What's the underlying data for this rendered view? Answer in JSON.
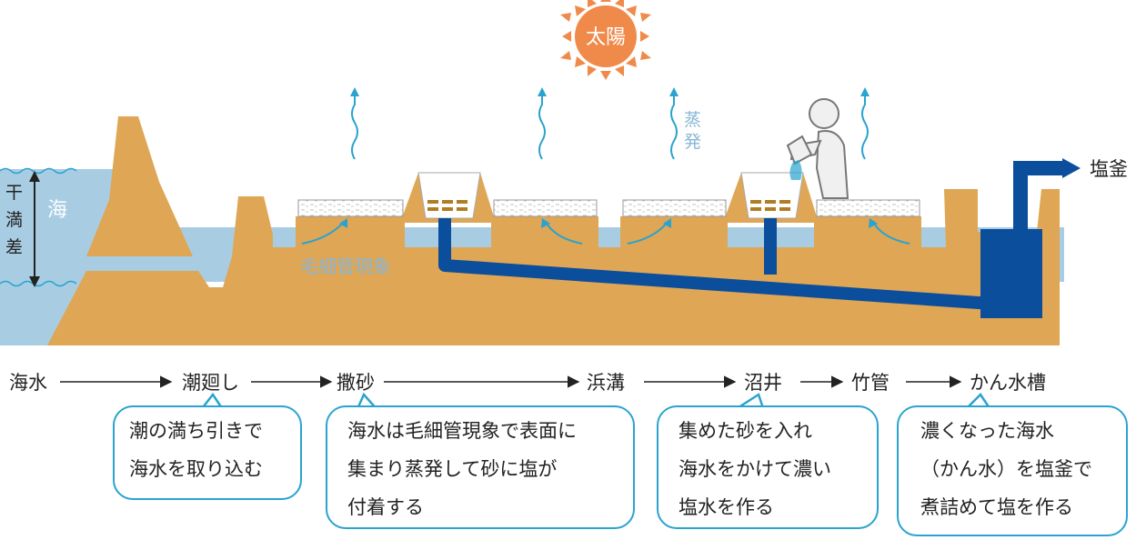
{
  "labels": {
    "sun": "太陽",
    "sea": "海",
    "tide_range": "干満差",
    "evaporation": "蒸発",
    "capillary": "毛細管現象",
    "salt_pot": "塩釜"
  },
  "flow": [
    "海水",
    "潮廻し",
    "撒砂",
    "浜溝",
    "沼井",
    "竹管",
    "かん水槽"
  ],
  "notes": [
    {
      "lines": [
        "潮の満ち引きで",
        "海水を取り込む"
      ]
    },
    {
      "lines": [
        "海水は毛細管現象で表面に",
        "集まり蒸発して砂に塩が",
        "付着する"
      ]
    },
    {
      "lines": [
        "集めた砂を入れ",
        "海水をかけて濃い",
        "塩水を作る"
      ]
    },
    {
      "lines": [
        "濃くなった海水",
        "（かん水）を塩釜で",
        "煮詰めて塩を作る"
      ]
    }
  ],
  "colors": {
    "sea": "#a8cde3",
    "ground": "#dea655",
    "pipe": "#0b4e9c",
    "accent": "#2aa3cf",
    "sun": "#f08a4b",
    "capillary_text": "#8ab6d6"
  }
}
